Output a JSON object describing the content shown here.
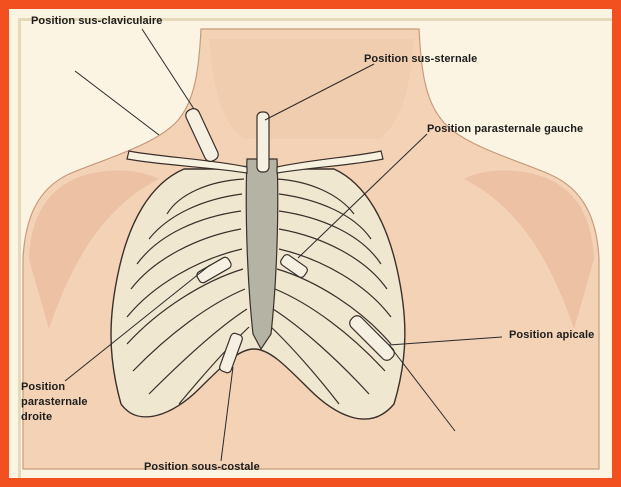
{
  "labels": {
    "sus_claviculaire": "Position sus-claviculaire",
    "sus_sternale": "Position sus-sternale",
    "parasternale_gauche": "Position parasternale gauche",
    "apicale": "Position apicale",
    "parasternale_droite_1": "Position",
    "parasternale_droite_2": "parasternale",
    "parasternale_droite_3": "droite",
    "sous_costale": "Position sous-costale"
  },
  "colors": {
    "frame": "#f2511f",
    "skin": "#f3d2b6",
    "skin_shade": "#dca687",
    "bone": "#f7f1df",
    "heart": "#9a9b8a",
    "outline": "#3a2f2a"
  }
}
